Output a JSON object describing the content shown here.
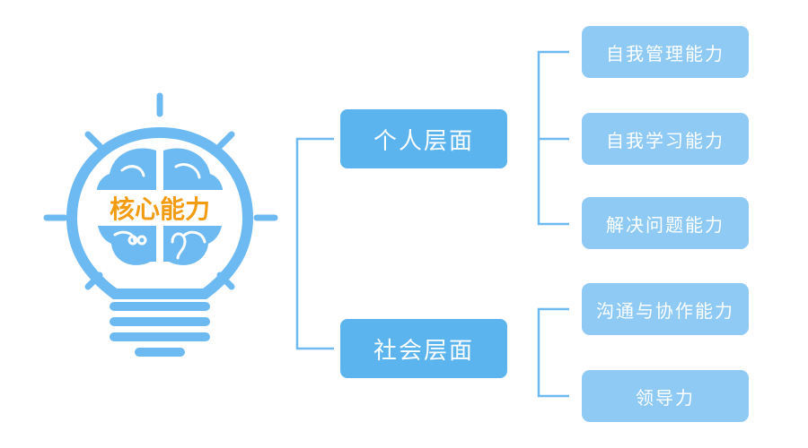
{
  "center": {
    "label": "核心能力"
  },
  "branches": [
    {
      "label": "个人层面",
      "children": [
        "自我管理能力",
        "自我学习能力",
        "解决问题能力"
      ]
    },
    {
      "label": "社会层面",
      "children": [
        "沟通与协作能力",
        "领导力"
      ]
    }
  ],
  "colors": {
    "bulb": "#6dbaf2",
    "connector": "#6dbaf2",
    "branch_box": "#5cb4ef",
    "leaf_box": "#8fcaf5",
    "center_text": "#f39c12"
  },
  "icons": [
    "lightbulb-icon",
    "brain-icon"
  ]
}
